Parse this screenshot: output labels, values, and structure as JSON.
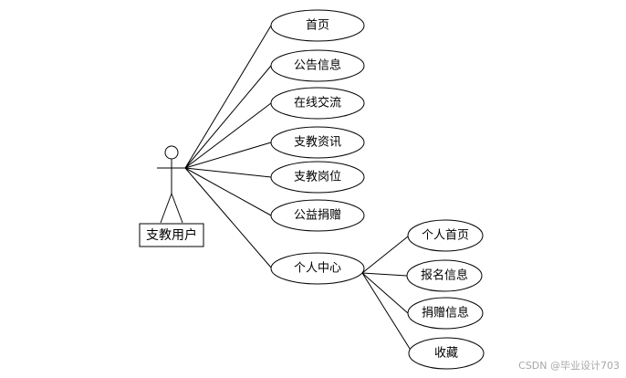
{
  "actor": {
    "label": "支教用户"
  },
  "use_cases": [
    {
      "id": "home",
      "label": "首页"
    },
    {
      "id": "notice",
      "label": "公告信息"
    },
    {
      "id": "online",
      "label": "在线交流"
    },
    {
      "id": "news",
      "label": "支教资讯"
    },
    {
      "id": "posts",
      "label": "支教岗位"
    },
    {
      "id": "donate",
      "label": "公益捐赠"
    },
    {
      "id": "center",
      "label": "个人中心"
    }
  ],
  "sub_cases": [
    {
      "id": "profile",
      "label": "个人首页"
    },
    {
      "id": "signup",
      "label": "报名信息"
    },
    {
      "id": "donation",
      "label": "捐赠信息"
    },
    {
      "id": "favorites",
      "label": "收藏"
    }
  ],
  "watermark": "CSDN @毕业设计703"
}
